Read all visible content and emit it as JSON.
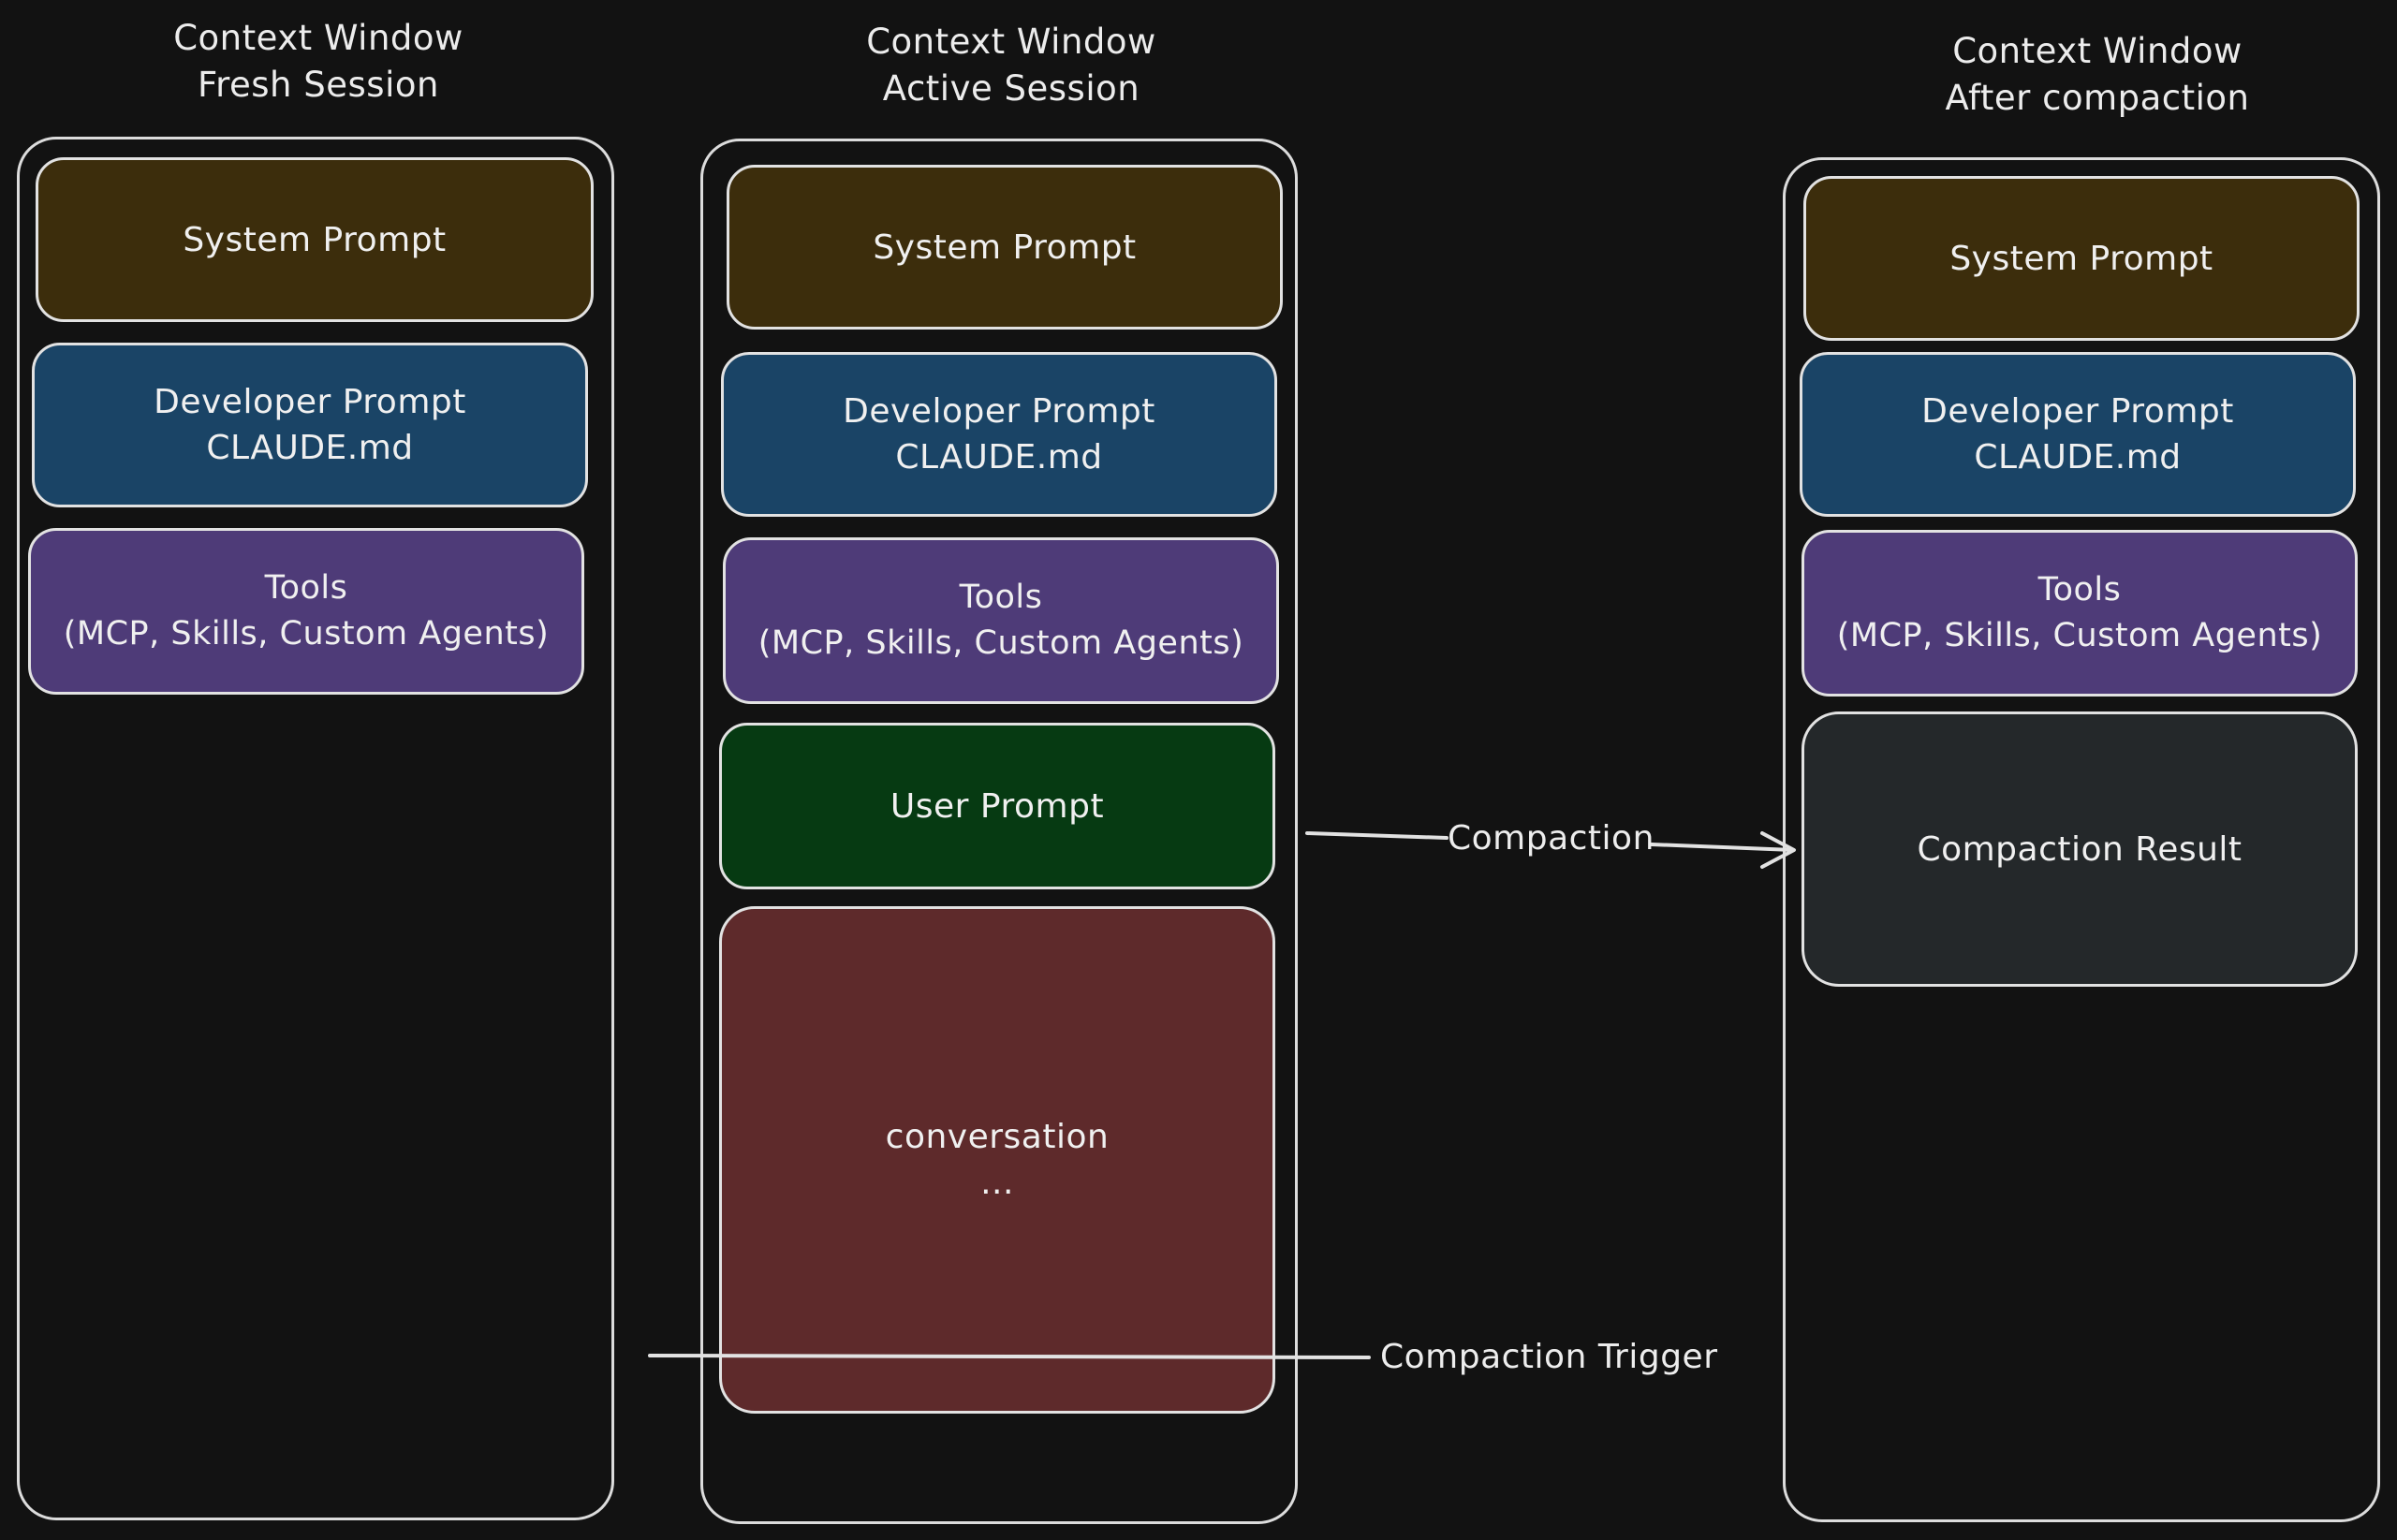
{
  "colors": {
    "background": "#121212",
    "system": "#3c2d0c",
    "developer": "#1a4466",
    "tools": "#4e3b78",
    "user": "#063a12",
    "conversation": "#5e2a2b",
    "compaction_result": "#24282a",
    "stroke": "#e2e2e2"
  },
  "columns": {
    "fresh": {
      "title_line1": "Context Window",
      "title_line2": "Fresh Session",
      "system_prompt": "System Prompt",
      "developer_line1": "Developer Prompt",
      "developer_line2": "CLAUDE.md",
      "tools_line1": "Tools",
      "tools_line2": "(MCP, Skills, Custom Agents)"
    },
    "active": {
      "title_line1": "Context Window",
      "title_line2": "Active Session",
      "system_prompt": "System Prompt",
      "developer_line1": "Developer Prompt",
      "developer_line2": "CLAUDE.md",
      "tools_line1": "Tools",
      "tools_line2": "(MCP, Skills, Custom Agents)",
      "user_prompt": "User Prompt",
      "conversation_line1": "conversation",
      "conversation_line2": "..."
    },
    "compacted": {
      "title_line1": "Context Window",
      "title_line2": "After compaction",
      "system_prompt": "System Prompt",
      "developer_line1": "Developer Prompt",
      "developer_line2": "CLAUDE.md",
      "tools_line1": "Tools",
      "tools_line2": "(MCP, Skills, Custom Agents)",
      "compaction_result": "Compaction Result"
    }
  },
  "arrow": {
    "label": "Compaction"
  },
  "trigger": {
    "label": "Compaction Trigger"
  }
}
